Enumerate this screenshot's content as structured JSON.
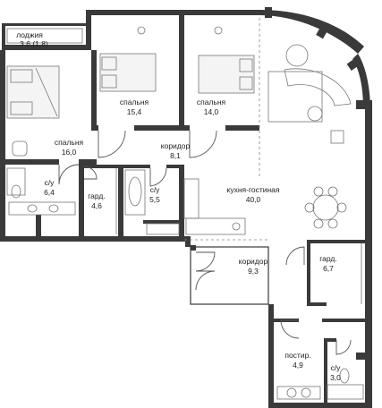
{
  "rooms": [
    {
      "id": "loggia",
      "name": "лоджия",
      "area": "3,6 (1,8)"
    },
    {
      "id": "bedroom-1",
      "name": "спальня",
      "area": "16,0"
    },
    {
      "id": "bedroom-2",
      "name": "спальня",
      "area": "15,4"
    },
    {
      "id": "bedroom-3",
      "name": "спальня",
      "area": "14,0"
    },
    {
      "id": "corridor-1",
      "name": "коридор",
      "area": "8,1"
    },
    {
      "id": "bathroom-1",
      "name": "с/у",
      "area": "6,4"
    },
    {
      "id": "wardrobe-1",
      "name": "гард.",
      "area": "4,6"
    },
    {
      "id": "bathroom-2",
      "name": "с/у",
      "area": "5,5"
    },
    {
      "id": "kitchen-living",
      "name": "кухня-гостиная",
      "area": "40,0"
    },
    {
      "id": "corridor-2",
      "name": "коридор",
      "area": "9,3"
    },
    {
      "id": "wardrobe-2",
      "name": "гард.",
      "area": "6,7"
    },
    {
      "id": "laundry",
      "name": "постир.",
      "area": "4,9"
    },
    {
      "id": "bathroom-3",
      "name": "с/у",
      "area": "3,0"
    }
  ]
}
